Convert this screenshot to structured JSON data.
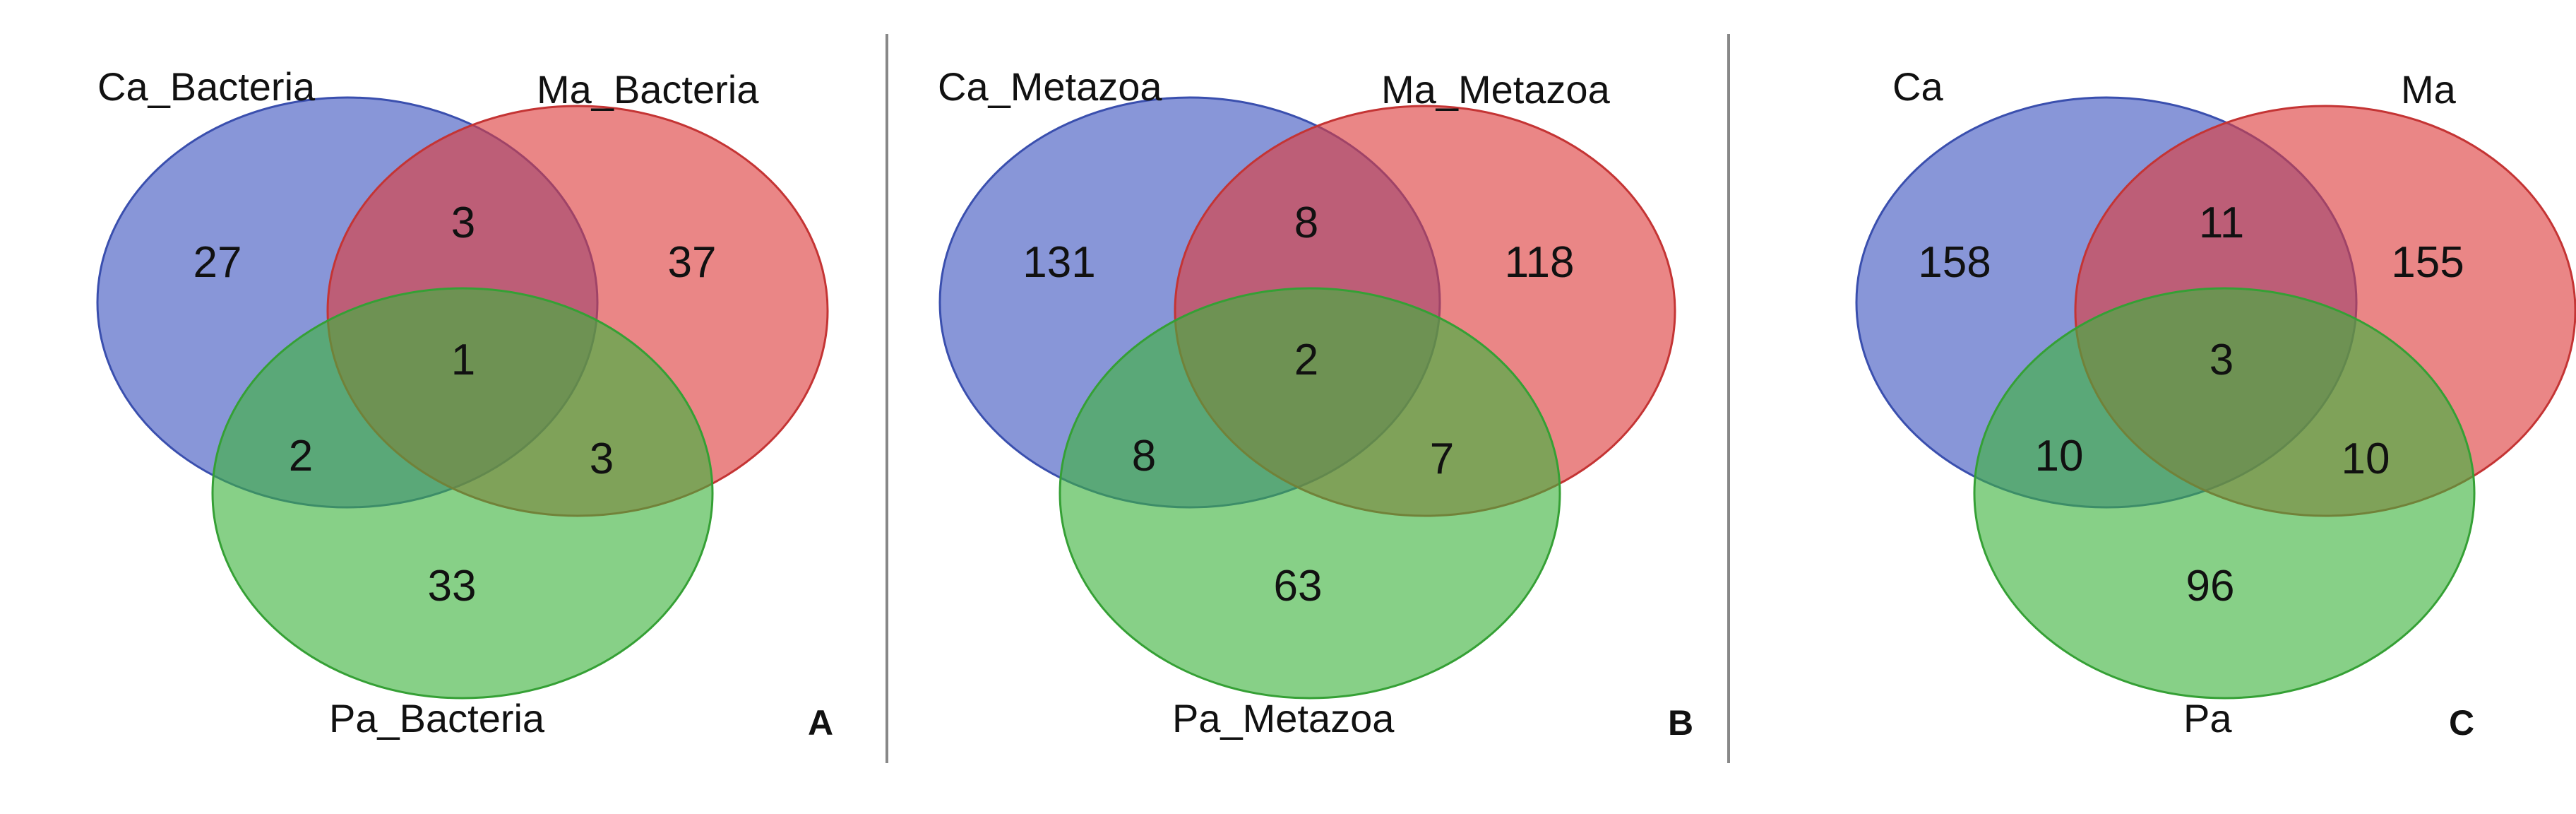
{
  "colors": {
    "set_1_fill": "#3f55c0",
    "set_1_stroke": "#3a4fae",
    "set_2_fill": "#dd3c3c",
    "set_2_stroke": "#c43434",
    "set_3_fill": "#3db33d",
    "set_3_stroke": "#35a035",
    "divider": "#888888"
  },
  "panels": [
    {
      "letter": "A",
      "labels": [
        "Ca_Bacteria",
        "Ma_Bacteria",
        "Pa_Bacteria"
      ],
      "counts": {
        "only_1": "27",
        "only_2": "37",
        "only_3": "33",
        "s12": "3",
        "s13": "2",
        "s23": "3",
        "s123": "1"
      }
    },
    {
      "letter": "B",
      "labels": [
        "Ca_Metazoa",
        "Ma_Metazoa",
        "Pa_Metazoa"
      ],
      "counts": {
        "only_1": "131",
        "only_2": "118",
        "only_3": "63",
        "s12": "8",
        "s13": "8",
        "s23": "7",
        "s123": "2"
      }
    },
    {
      "letter": "C",
      "labels": [
        "Ca",
        "Ma",
        "Pa"
      ],
      "counts": {
        "only_1": "158",
        "only_2": "155",
        "only_3": "96",
        "s12": "11",
        "s13": "10",
        "s23": "10",
        "s123": "3"
      }
    }
  ]
}
